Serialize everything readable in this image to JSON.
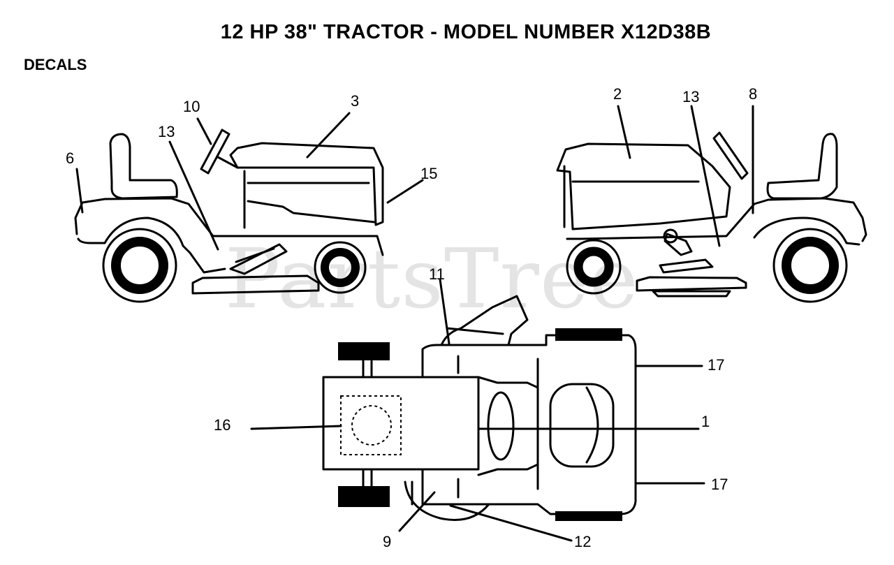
{
  "title": "12 HP 38\" TRACTOR - MODEL NUMBER X12D38B",
  "section_label": "DECALS",
  "watermark": "PartsTree",
  "callouts": {
    "c1": "1",
    "c2": "2",
    "c3": "3",
    "c6": "6",
    "c8": "8",
    "c9": "9",
    "c10": "10",
    "c11": "11",
    "c12": "12",
    "c13_left": "13",
    "c13_right": "13",
    "c15": "15",
    "c16": "16",
    "c17_top": "17",
    "c17_bottom": "17"
  }
}
